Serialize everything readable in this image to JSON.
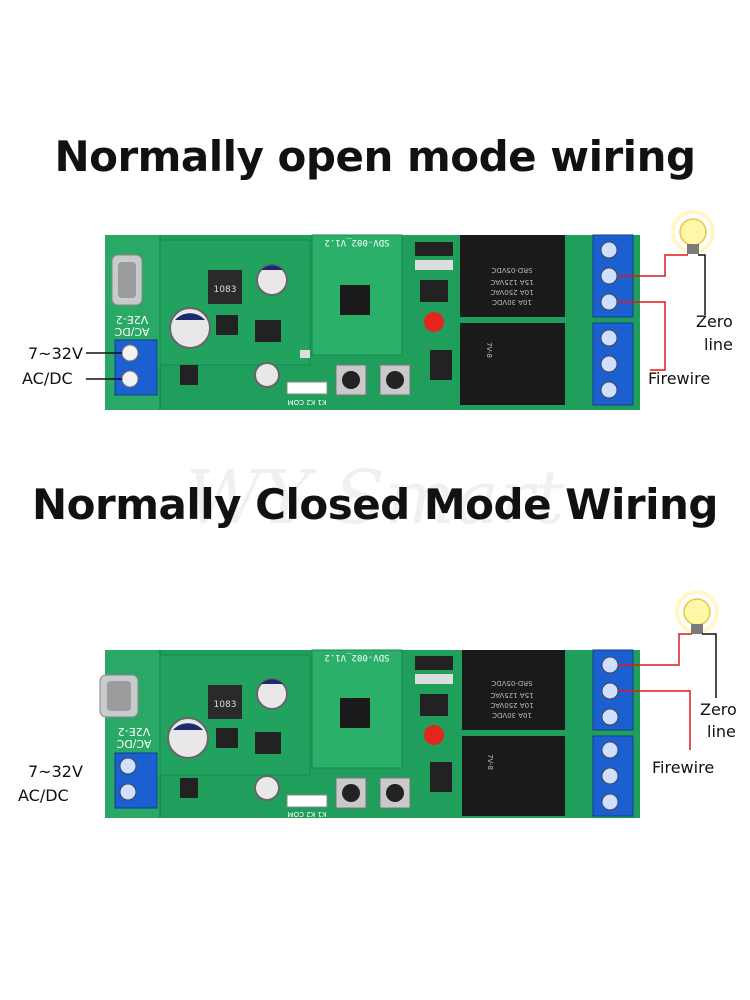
{
  "sections": [
    {
      "title": "Normally open mode wiring",
      "voltage": "7~32V",
      "current_type": "AC/DC",
      "zero_label_1": "Zero",
      "zero_label_2": "line",
      "fire_label": "Firewire"
    },
    {
      "title": "Normally Closed Mode Wiring",
      "voltage": "7~32V",
      "current_type": "AC/DC",
      "zero_label_1": "Zero",
      "zero_label_2": "line",
      "fire_label": "Firewire"
    }
  ],
  "board": {
    "silk_voltage": "V2E-2",
    "silk_acdc": "AC/DC",
    "module_label": "SDV-002_V1.2",
    "inductor_label": "1083",
    "header_label": "K1 K2 COM",
    "relay_model": "SRD-05VDC",
    "relay_spec_1": "15A 125VAC",
    "relay_spec_2": "10A 250VAC",
    "relay_spec_3": "10A 30VDC",
    "relay_brand": "7V-8"
  },
  "watermark": "WY Smart",
  "colors": {
    "pcb": "#1f9e5c",
    "terminal": "#1b5fd0",
    "relay": "#1a1a1a",
    "wire_red": "#e01919",
    "wire_black": "#111111"
  },
  "icons": [
    "light-bulb-icon"
  ]
}
